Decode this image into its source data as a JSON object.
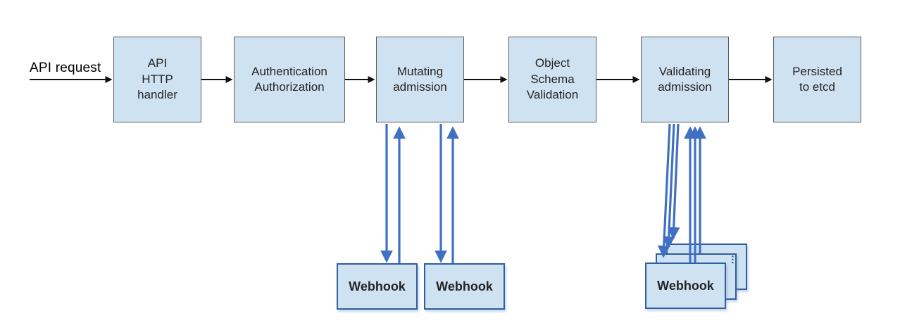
{
  "diagram": {
    "flow_label": "API request",
    "nodes": [
      {
        "id": "api-http-handler",
        "label": "API\nHTTP\nhandler"
      },
      {
        "id": "authentication-authorization",
        "label": "Authentication\nAuthorization"
      },
      {
        "id": "mutating-admission",
        "label": "Mutating\nadmission"
      },
      {
        "id": "object-schema-validation",
        "label": "Object\nSchema\nValidation"
      },
      {
        "id": "validating-admission",
        "label": "Validating\nadmission"
      },
      {
        "id": "persisted-to-etcd",
        "label": "Persisted\nto etcd"
      }
    ],
    "webhooks": [
      {
        "id": "mutating-webhook-1",
        "label": "Webhook"
      },
      {
        "id": "mutating-webhook-2",
        "label": "Webhook"
      },
      {
        "id": "validating-webhook",
        "label": "Webhook"
      }
    ],
    "stack_more_indicator": "⋮",
    "colors": {
      "box_fill": "#cfe2f1",
      "box_border": "#595a5c",
      "webhook_border": "#2f5f9e",
      "arrow_black": "#111111",
      "arrow_blue": "#3f70c4",
      "text": "#242424"
    }
  }
}
